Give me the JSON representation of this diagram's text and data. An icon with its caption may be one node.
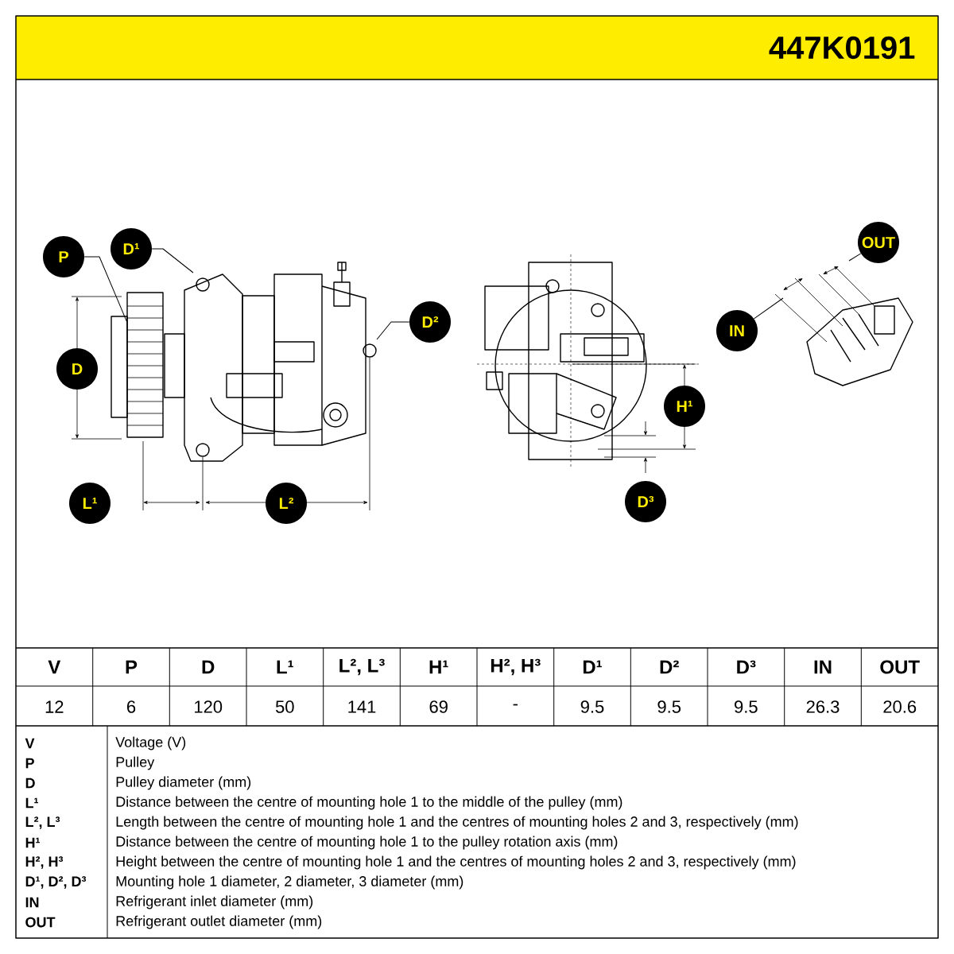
{
  "diagram": {
    "title": "447K0191",
    "nodes": [
      {
        "text": [
          "P"
        ]
      },
      {
        "text": [
          "D¹"
        ]
      },
      {
        "text": [
          "D"
        ]
      },
      {
        "text": [
          "D²"
        ]
      },
      {
        "text": [
          "L¹"
        ]
      },
      {
        "text": [
          "L²"
        ]
      },
      {
        "text": [
          "H¹"
        ]
      },
      {
        "text": [
          "D³"
        ]
      },
      {
        "text": [
          "IN"
        ]
      },
      {
        "text": [
          "OUT"
        ]
      },
      {
        "text": [],
        "shape": "picture"
      }
    ],
    "edges": [
      {
        "from": 0,
        "to": 10,
        "arrow": "none"
      },
      {
        "from": 1,
        "to": null,
        "arrow": "none"
      },
      {
        "from": 3,
        "to": null,
        "arrow": "none"
      },
      {
        "from": 8,
        "to": null,
        "arrow": "none"
      },
      {
        "from": 9,
        "to": null,
        "arrow": "none"
      }
    ],
    "labels": [
      "V",
      "P",
      "D",
      "L¹",
      "L², L³",
      "H¹",
      "H², H³",
      "D¹",
      "D²",
      "D³",
      "IN",
      "OUT",
      "12",
      "6",
      "120",
      "50",
      "141",
      "69",
      "-",
      "9.5",
      "9.5",
      "9.5",
      "26.3",
      "20.6",
      "V",
      "Voltage (V)",
      "P",
      "Pulley",
      "D",
      "Pulley diameter (mm)",
      "L¹",
      "Distance between the centre of mounting hole 1 to the middle of the pulley (mm)",
      "L², L³",
      "Length between the centre of mounting hole 1 and the centres of mounting holes 2 and 3, respectively (mm)",
      "H¹",
      "Distance between the centre of mounting hole 1 to the pulley rotation axis (mm)",
      "H², H³",
      "Height between the centre of mounting hole 1 and the centres of mounting holes 2 and 3, respectively (mm)",
      "D¹, D², D³",
      "Mounting hole 1 diameter, 2 diameter, 3 diameter (mm)",
      "IN",
      "Refrigerant inlet diameter (mm)",
      "OUT",
      "Refrigerant outlet diameter (mm)"
    ]
  }
}
